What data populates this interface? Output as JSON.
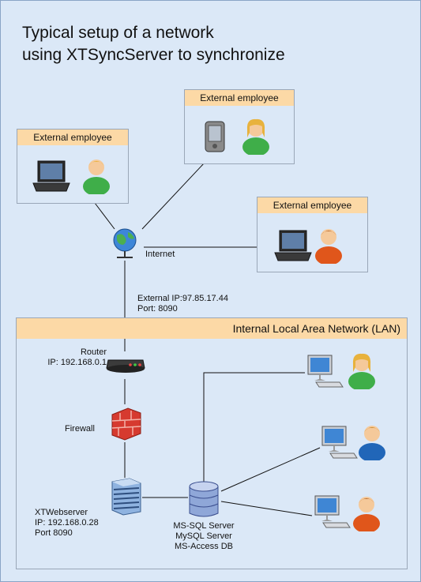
{
  "title": {
    "line1": "Typical setup of a network",
    "line2": "using XTSyncServer to synchronize"
  },
  "external_employees": [
    {
      "label": "External employee",
      "device": "laptop",
      "user": "green-user"
    },
    {
      "label": "External employee",
      "device": "pda",
      "user": "green-user"
    },
    {
      "label": "External employee",
      "device": "laptop",
      "user": "orange-user"
    }
  ],
  "internet": {
    "label": "Internet"
  },
  "external_ip": {
    "line1": "External IP:97.85.17.44",
    "line2": "Port: 8090"
  },
  "lan": {
    "title": "Internal Local Area Network (LAN)"
  },
  "router": {
    "line1": "Router",
    "line2": "IP: 192.168.0.1"
  },
  "firewall": {
    "label": "Firewall"
  },
  "webserver": {
    "line1": "XTWebserver",
    "line2": "IP: 192.168.0.28",
    "line3": "Port 8090"
  },
  "database": {
    "line1": "MS-SQL Server",
    "line2": "MySQL Server",
    "line3": "MS-Access DB"
  },
  "colors": {
    "background": "#dbe8f7",
    "header": "#fcd9a6",
    "border": "#9aa7b8"
  }
}
